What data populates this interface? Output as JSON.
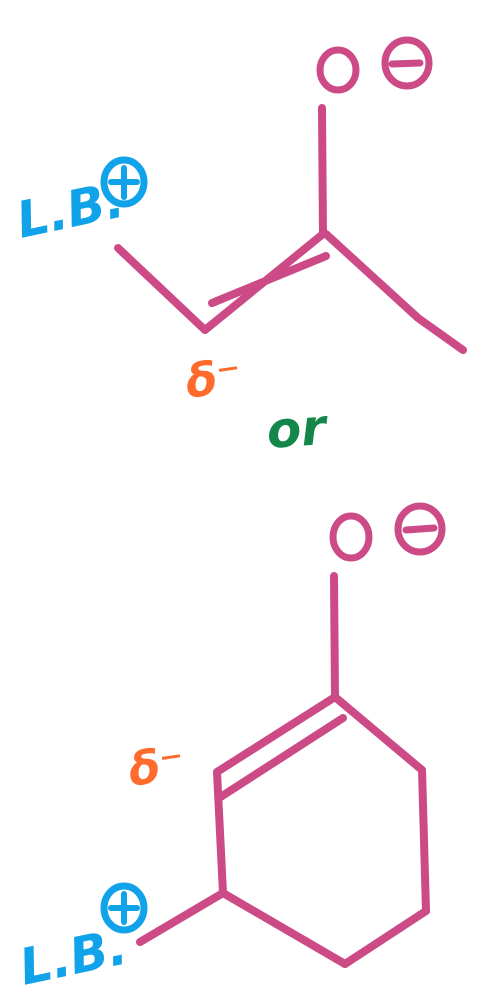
{
  "colors": {
    "bond": "#cc4a86",
    "lewis_base": "#10a3ea",
    "partial_charge": "#ff6b2d",
    "or_text": "#14864a"
  },
  "top_structure": {
    "lewis_base_label": "L.B.",
    "partial_charge_label": "δ⁻",
    "oxygen_label": "O",
    "oxygen_charge": "⊖",
    "lewis_base_charge": "⊕"
  },
  "or_label": "or",
  "bottom_structure": {
    "lewis_base_label": "L.B.",
    "partial_charge_label": "δ⁻",
    "oxygen_label": "O",
    "oxygen_charge": "⊖",
    "lewis_base_charge": "⊕"
  }
}
